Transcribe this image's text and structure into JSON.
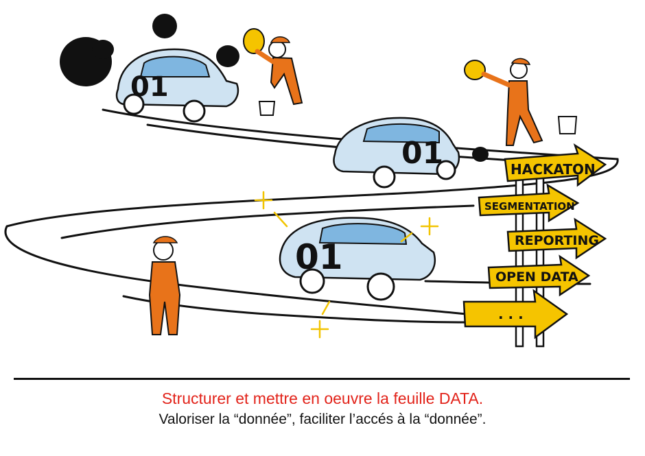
{
  "cars": [
    {
      "number": "01",
      "state": "dirty"
    },
    {
      "number": "01",
      "state": "washing"
    },
    {
      "number": "01",
      "state": "clean"
    }
  ],
  "signs": [
    {
      "label": "HACKATON"
    },
    {
      "label": "SEGMENTATION"
    },
    {
      "label": "REPORTING"
    },
    {
      "label": "OPEN DATA"
    },
    {
      "label": ". . ."
    }
  ],
  "caption": {
    "title": "Structurer et mettre en oeuvre la feuille DATA.",
    "subtitle": "Valoriser la “donnée”, faciliter l’accés à la  “donnée”."
  },
  "colors": {
    "road": "#111111",
    "sign": "#f5c400",
    "worker": "#e8731a",
    "car": "#cfe3f2",
    "car_window": "#7fb6e0",
    "title_red": "#e2231a",
    "sparkle": "#f2c400"
  }
}
